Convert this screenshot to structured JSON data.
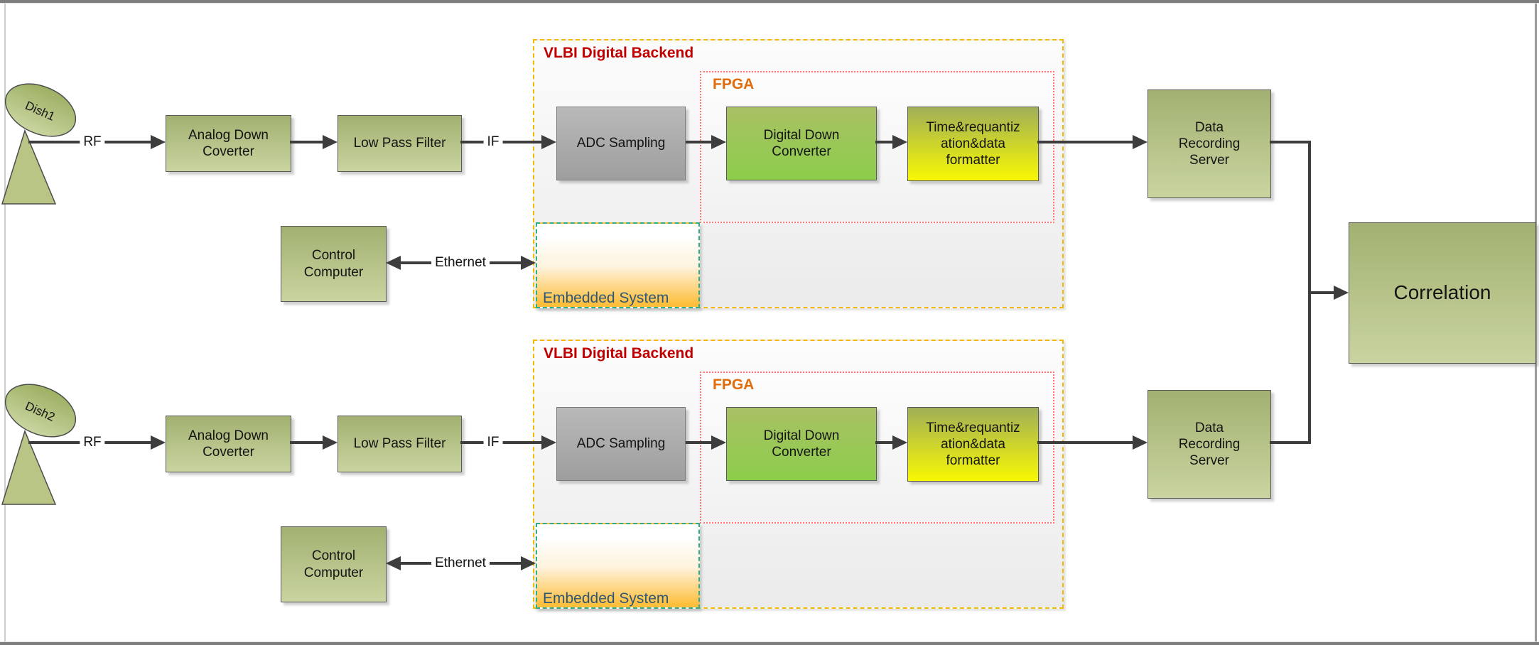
{
  "correlation_label": "Correlation",
  "stations": [
    {
      "dish": "Dish1",
      "rf": "RF",
      "if": "IF",
      "ethernet": "Ethernet",
      "backend_title": "VLBI Digital Backend",
      "fpga_title": "FPGA",
      "embedded": "Embedded System",
      "analog_line1": "Analog Down",
      "analog_line2": "Coverter",
      "lpf": "Low Pass Filter",
      "adc": "ADC Sampling",
      "ddc_line1": "Digital Down",
      "ddc_line2": "Converter",
      "time_line1": "Time&requantiz",
      "time_line2": "ation&data",
      "time_line3": "formatter",
      "drs_line1": "Data",
      "drs_line2": "Recording",
      "drs_line3": "Server",
      "control_line1": "Control",
      "control_line2": "Computer"
    },
    {
      "dish": "Dish2",
      "rf": "RF",
      "if": "IF",
      "ethernet": "Ethernet",
      "backend_title": "VLBI Digital Backend",
      "fpga_title": "FPGA",
      "embedded": "Embedded System",
      "analog_line1": "Analog Down",
      "analog_line2": "Coverter",
      "lpf": "Low Pass Filter",
      "adc": "ADC Sampling",
      "ddc_line1": "Digital Down",
      "ddc_line2": "Converter",
      "time_line1": "Time&requantiz",
      "time_line2": "ation&data",
      "time_line3": "formatter",
      "drs_line1": "Data",
      "drs_line2": "Recording",
      "drs_line3": "Server",
      "control_line1": "Control",
      "control_line2": "Computer"
    }
  ],
  "colors": {
    "backend_border": "#F5B700",
    "backend_title": "#C00000",
    "fpga_border": "#FF7373",
    "fpga_title": "#E26B0A",
    "embedded_border": "#2FAE85",
    "embedded_text": "#2D5777",
    "olive_box_top": "#A2B171",
    "olive_box_bottom": "#C9D4A0",
    "adc_gray_top": "#B9B9B9",
    "adc_gray_bottom": "#9E9E9E",
    "ddc_green_top": "#A9C164",
    "ddc_green_bottom": "#8CCD4B",
    "formatter_top": "#A0AF57",
    "formatter_bottom": "#F8F803",
    "embedded_fill_bottom": "#FDBE3B",
    "wire": "#3D3D3D"
  }
}
